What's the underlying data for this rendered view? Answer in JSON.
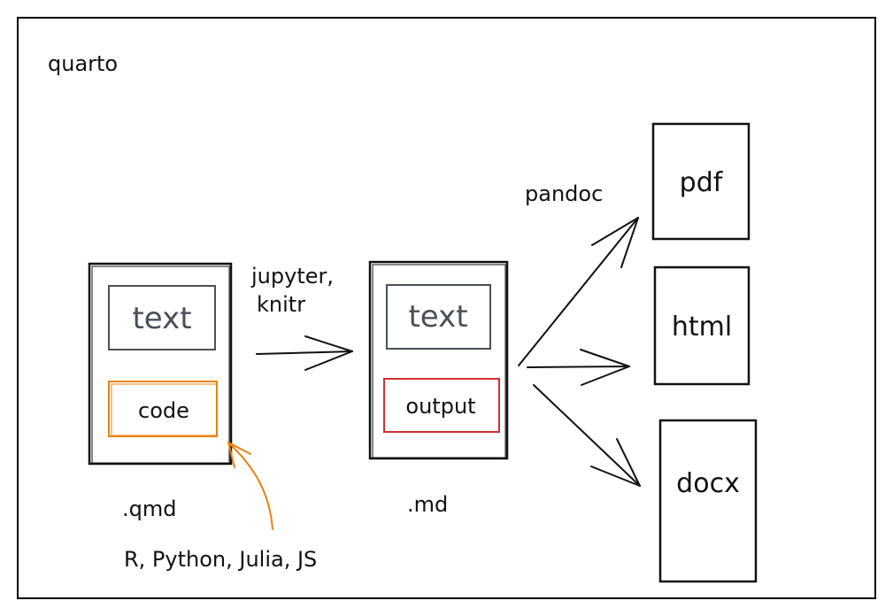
{
  "diagram": {
    "title": "quarto",
    "colors": {
      "ink": "#111111",
      "text_box": "#495057",
      "code": "#e8830c",
      "output": "#d32f2f",
      "frame": "#000000"
    },
    "qmd": {
      "text_label": "text",
      "code_label": "code",
      "caption": ".qmd"
    },
    "engine_label_line1": "jupyter,",
    "engine_label_line2": "knitr",
    "md": {
      "text_label": "text",
      "output_label": "output",
      "caption": ".md"
    },
    "pandoc_label": "pandoc",
    "outputs": [
      "pdf",
      "html",
      "docx"
    ],
    "languages_label": "R, Python, Julia, JS"
  }
}
